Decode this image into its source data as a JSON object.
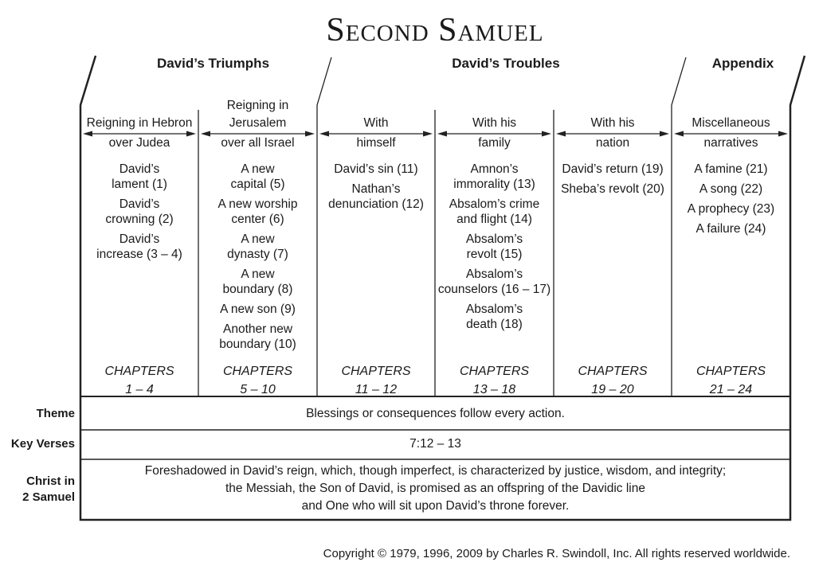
{
  "title": "Second Samuel",
  "sections": [
    "David’s Triumphs",
    "David’s Troubles",
    "Appendix"
  ],
  "columns": [
    {
      "header_top": [
        "Reigning in Hebron"
      ],
      "header_bottom": [
        "over Judea"
      ],
      "items": [
        [
          "David’s",
          "lament (1)"
        ],
        [
          "David’s",
          "crowning (2)"
        ],
        [
          "David’s",
          "increase (3 – 4)"
        ]
      ],
      "chapters_label": "CHAPTERS",
      "chapters": "1 – 4"
    },
    {
      "header_top": [
        "Reigning in",
        "Jerusalem"
      ],
      "header_bottom": [
        "over all Israel"
      ],
      "items": [
        [
          "A new",
          "capital (5)"
        ],
        [
          "A new worship",
          "center (6)"
        ],
        [
          "A new",
          "dynasty (7)"
        ],
        [
          "A new",
          "boundary (8)"
        ],
        [
          "A new son (9)"
        ],
        [
          "Another new",
          "boundary (10)"
        ]
      ],
      "chapters_label": "CHAPTERS",
      "chapters": "5 – 10"
    },
    {
      "header_top": [
        "With"
      ],
      "header_bottom": [
        "himself"
      ],
      "items": [
        [
          "David’s sin (11)"
        ],
        [
          "Nathan’s",
          "denunciation (12)"
        ]
      ],
      "chapters_label": "CHAPTERS",
      "chapters": "11 – 12"
    },
    {
      "header_top": [
        "With his"
      ],
      "header_bottom": [
        "family"
      ],
      "items": [
        [
          "Amnon’s",
          "immorality (13)"
        ],
        [
          "Absalom’s crime",
          "and flight (14)"
        ],
        [
          "Absalom’s",
          "revolt (15)"
        ],
        [
          "Absalom’s",
          "counselors (16 – 17)"
        ],
        [
          "Absalom’s",
          "death (18)"
        ]
      ],
      "chapters_label": "CHAPTERS",
      "chapters": "13 – 18"
    },
    {
      "header_top": [
        "With his"
      ],
      "header_bottom": [
        "nation"
      ],
      "items": [
        [
          "David’s return (19)"
        ],
        [
          "Sheba’s revolt (20)"
        ]
      ],
      "chapters_label": "CHAPTERS",
      "chapters": "19 – 20"
    },
    {
      "header_top": [
        "Miscellaneous"
      ],
      "header_bottom": [
        "narratives"
      ],
      "items": [
        [
          "A famine (21)"
        ],
        [
          "A song (22)"
        ],
        [
          "A prophecy (23)"
        ],
        [
          "A failure (24)"
        ]
      ],
      "chapters_label": "CHAPTERS",
      "chapters": "21 – 24"
    }
  ],
  "rows": {
    "theme": {
      "label": "Theme",
      "text": "Blessings or consequences follow every action."
    },
    "key_verses": {
      "label": "Key Verses",
      "text": "7:12 – 13"
    },
    "christ": {
      "label": [
        "Christ in",
        "2 Samuel"
      ],
      "text": [
        "Foreshadowed in David’s reign, which, though imperfect, is characterized by justice, wisdom, and integrity;",
        "the Messiah, the Son of David, is promised as an offspring of the Davidic line",
        "and One who will sit upon David’s throne forever."
      ]
    }
  },
  "copyright": "Copyright © 1979, 1996, 2009 by Charles R. Swindoll, Inc. All rights reserved worldwide."
}
